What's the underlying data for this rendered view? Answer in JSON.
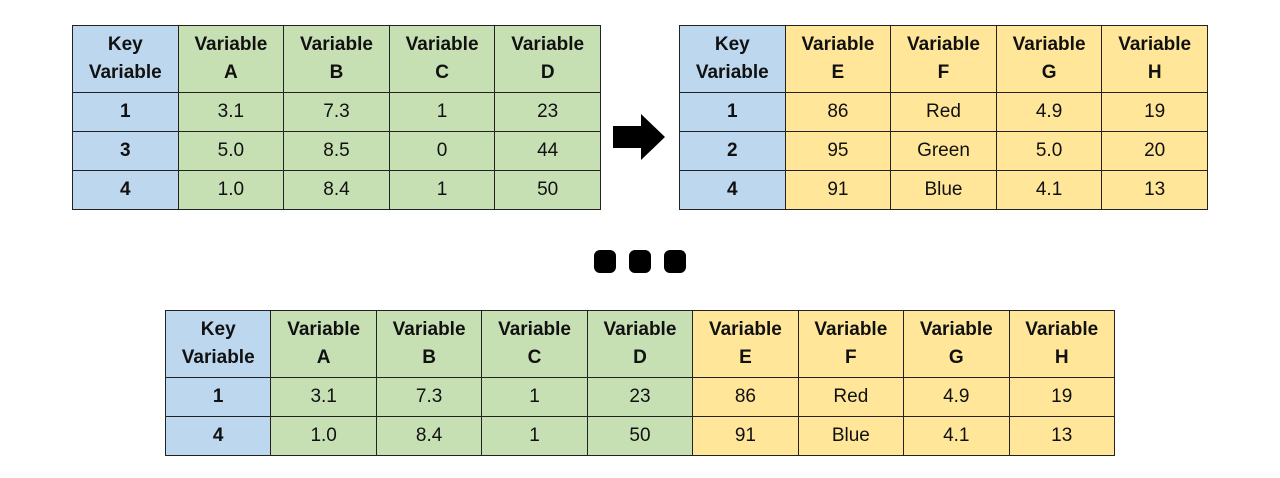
{
  "tables": [
    {
      "id": "t1",
      "name": "source-table-1",
      "headers": [
        [
          "Key",
          "Variable"
        ],
        [
          "Variable",
          "A"
        ],
        [
          "Variable",
          "B"
        ],
        [
          "Variable",
          "C"
        ],
        [
          "Variable",
          "D"
        ]
      ],
      "colors": [
        "key",
        "g",
        "g",
        "g",
        "g"
      ],
      "rows": [
        [
          "1",
          "3.1",
          "7.3",
          "1",
          "23"
        ],
        [
          "3",
          "5.0",
          "8.5",
          "0",
          "44"
        ],
        [
          "4",
          "1.0",
          "8.4",
          "1",
          "50"
        ]
      ]
    },
    {
      "id": "t2",
      "name": "source-table-2",
      "headers": [
        [
          "Key",
          "Variable"
        ],
        [
          "Variable",
          "E"
        ],
        [
          "Variable",
          "F"
        ],
        [
          "Variable",
          "G"
        ],
        [
          "Variable",
          "H"
        ]
      ],
      "colors": [
        "key",
        "y",
        "y",
        "y",
        "y"
      ],
      "rows": [
        [
          "1",
          "86",
          "Red",
          "4.9",
          "19"
        ],
        [
          "2",
          "95",
          "Green",
          "5.0",
          "20"
        ],
        [
          "4",
          "91",
          "Blue",
          "4.1",
          "13"
        ]
      ]
    },
    {
      "id": "t3",
      "name": "joined-result-table",
      "headers": [
        [
          "Key",
          "Variable"
        ],
        [
          "Variable",
          "A"
        ],
        [
          "Variable",
          "B"
        ],
        [
          "Variable",
          "C"
        ],
        [
          "Variable",
          "D"
        ],
        [
          "Variable",
          "E"
        ],
        [
          "Variable",
          "F"
        ],
        [
          "Variable",
          "G"
        ],
        [
          "Variable",
          "H"
        ]
      ],
      "colors": [
        "key",
        "g",
        "g",
        "g",
        "g",
        "y",
        "y",
        "y",
        "y"
      ],
      "rows": [
        [
          "1",
          "3.1",
          "7.3",
          "1",
          "23",
          "86",
          "Red",
          "4.9",
          "19"
        ],
        [
          "4",
          "1.0",
          "8.4",
          "1",
          "50",
          "91",
          "Blue",
          "4.1",
          "13"
        ]
      ]
    }
  ],
  "colors": {
    "key": "#BDD7EE",
    "green": "#C6E0B4",
    "yellow": "#FFE699"
  },
  "icons": {
    "arrow": "right-arrow-icon",
    "ellipsis": "ellipsis-icon"
  }
}
